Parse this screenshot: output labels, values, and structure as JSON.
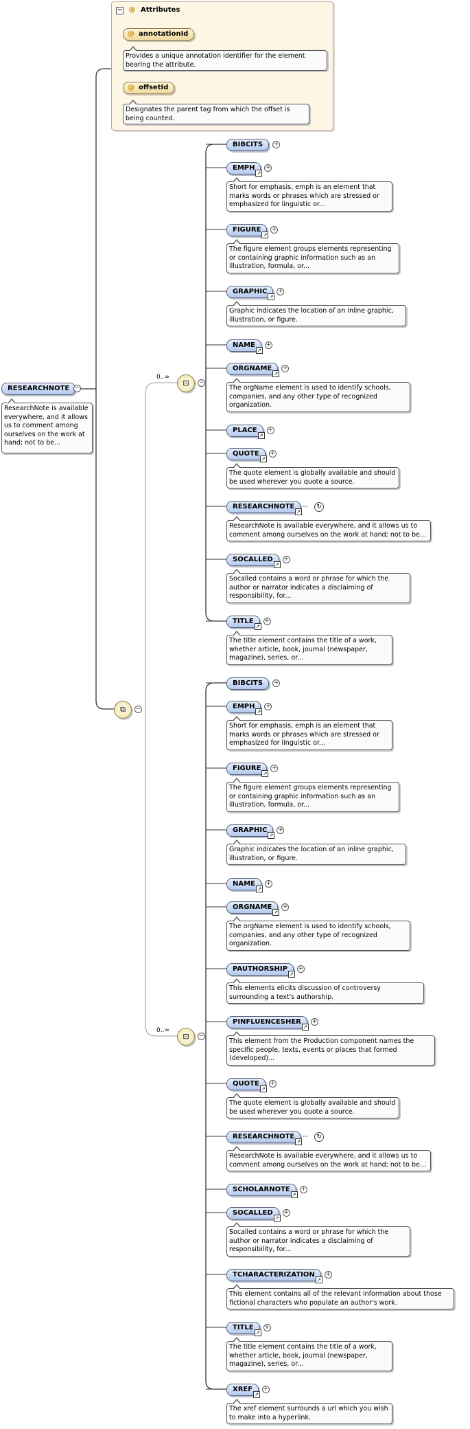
{
  "root": {
    "label": "RESEARCHNOTE",
    "desc": "ResearchNote is available everywhere, and it allows us to comment among ourselves on the work at hand; not to be..."
  },
  "attributes": {
    "header": "Attributes",
    "items": [
      {
        "name": "annotationId",
        "desc": "Provides a unique annotation identifier for the element bearing the attribute."
      },
      {
        "name": "offsetId",
        "desc": "Designates the parent tag from which the offset is being counted."
      }
    ]
  },
  "choice1": {
    "occurrence": "0..∞",
    "items": [
      {
        "label": "BIBCITS",
        "desc": ""
      },
      {
        "label": "EMPH",
        "desc": "Short for emphasis, emph is an element that marks words or phrases which are stressed or emphasized for linguistic or..."
      },
      {
        "label": "FIGURE",
        "desc": "The figure element groups elements representing or containing graphic information such as an illustration, formula, or..."
      },
      {
        "label": "GRAPHIC",
        "desc": "Graphic indicates the location of an inline graphic, illustration, or figure."
      },
      {
        "label": "NAME",
        "desc": ""
      },
      {
        "label": "ORGNAME",
        "desc": "The orgName element is used to identify schools, companies, and any other type of recognized organization."
      },
      {
        "label": "PLACE",
        "desc": ""
      },
      {
        "label": "QUOTE",
        "desc": "The quote element is globally available and should be used wherever you quote a source."
      },
      {
        "label": "RESEARCHNOTE",
        "desc": "ResearchNote is available everywhere, and it allows us to comment among ourselves on the work at hand; not to be..."
      },
      {
        "label": "SOCALLED",
        "desc": "Socalled contains a word or phrase for which the author or narrator indicates a disclaiming of responsibility, for..."
      },
      {
        "label": "TITLE",
        "desc": "The title element contains the title of a work, whether article, book, journal (newspaper, magazine), series, or..."
      }
    ]
  },
  "choice2": {
    "occurrence": "0..∞",
    "items": [
      {
        "label": "BIBCITS",
        "desc": ""
      },
      {
        "label": "EMPH",
        "desc": "Short for emphasis, emph is an element that marks words or phrases which are stressed or emphasized for linguistic or..."
      },
      {
        "label": "FIGURE",
        "desc": "The figure element groups elements representing or containing graphic information such as an illustration, formula, or..."
      },
      {
        "label": "GRAPHIC",
        "desc": "Graphic indicates the location of an inline graphic, illustration, or figure."
      },
      {
        "label": "NAME",
        "desc": ""
      },
      {
        "label": "ORGNAME",
        "desc": "The orgName element is used to identify schools, companies, and any other type of recognized organization."
      },
      {
        "label": "PAUTHORSHIP",
        "desc": "This elements elicits discussion of controversy surrounding a text's authorship."
      },
      {
        "label": "PINFLUENCESHER",
        "desc": "This element from the Production component names the specific people, texts, events or places that formed (developed)..."
      },
      {
        "label": "QUOTE",
        "desc": "The quote element is globally available and should be used wherever you quote a source."
      },
      {
        "label": "RESEARCHNOTE",
        "desc": "ResearchNote is available everywhere, and it allows us to comment among ourselves on the work at hand; not to be..."
      },
      {
        "label": "SCHOLARNOTE",
        "desc": ""
      },
      {
        "label": "SOCALLED",
        "desc": "Socalled contains a word or phrase for which the author or narrator indicates a disclaiming of responsibility, for..."
      },
      {
        "label": "TCHARACTERIZATION",
        "desc": "This element contains all of the relevant information about those fictional characters who populate an author's work."
      },
      {
        "label": "TITLE",
        "desc": "The title element contains the title of a work, whether article, book, journal (newspaper, magazine), series, or..."
      },
      {
        "label": "XREF",
        "desc": "The xref element surrounds a url which you wish to make into a hyperlink."
      }
    ]
  }
}
